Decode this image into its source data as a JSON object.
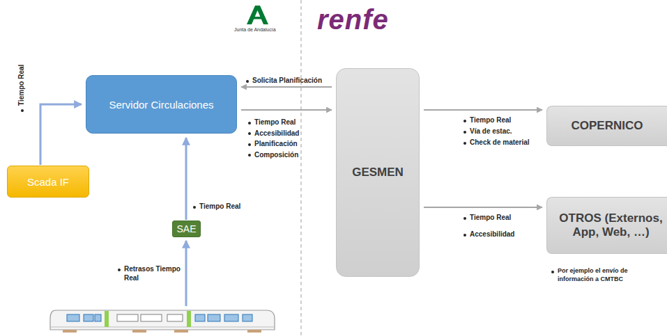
{
  "diagram": {
    "nodes": [
      {
        "text": [
          "Servidor Circulaciones"
        ]
      },
      {
        "text": [
          "GESMEN"
        ]
      },
      {
        "text": [
          "COPERNICO"
        ]
      },
      {
        "text": [
          "Scada IF"
        ]
      },
      {
        "text": [
          "SAE"
        ]
      },
      {
        "text": [
          "OTROS (Externos, App, Web, …)"
        ]
      }
    ],
    "edges": [
      {
        "from": 3,
        "to": 0,
        "arrow": "to",
        "label": "Tiempo Real"
      },
      {
        "from": 4,
        "to": 0,
        "arrow": "to",
        "label": "Tiempo Real"
      },
      {
        "from": 1,
        "to": 0,
        "arrow": "to",
        "label": "Solicita Planificación"
      },
      {
        "from": 0,
        "to": 1,
        "arrow": "to"
      },
      {
        "from": 1,
        "to": 2,
        "arrow": "to"
      },
      {
        "from": 1,
        "to": 5,
        "arrow": "to"
      }
    ],
    "labels": [
      "Junta de Andalucía",
      "renfe",
      "Tiempo Real",
      "Accesibilidad",
      "Planificación",
      "Composición",
      "Tiempo Real",
      "Vía de estac.",
      "Check de material",
      "Tiempo Real",
      "Accesibilidad",
      "Retrasos Tiempo Real",
      "Por ejemplo el envío de información a CMTBC"
    ]
  }
}
